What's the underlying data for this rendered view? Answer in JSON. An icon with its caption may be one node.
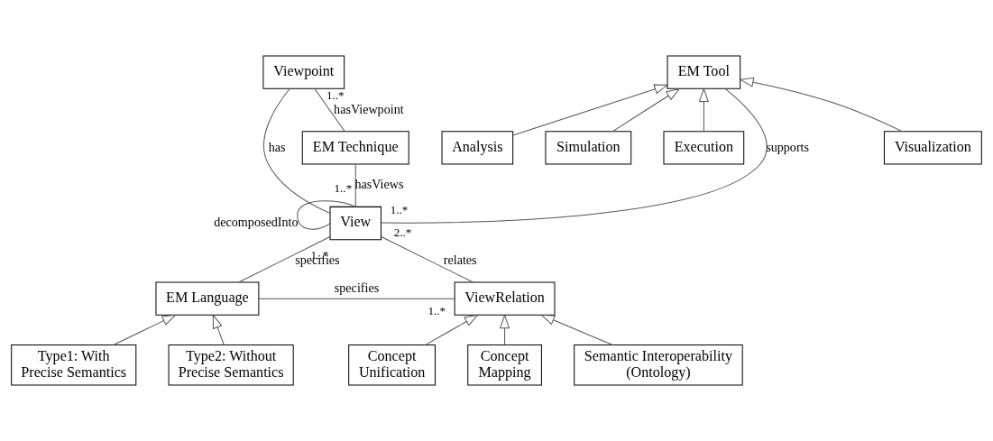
{
  "diagram": {
    "nodes": [
      {
        "text": [
          "Viewpoint"
        ]
      },
      {
        "text": [
          "EM Technique"
        ]
      },
      {
        "text": [
          "EM Tool"
        ]
      },
      {
        "text": [
          "View"
        ]
      },
      {
        "text": [
          "Visualization"
        ]
      },
      {
        "text": [
          "Analysis"
        ]
      },
      {
        "text": [
          "Simulation"
        ]
      },
      {
        "text": [
          "Execution"
        ]
      },
      {
        "text": [
          "ViewRelation"
        ]
      },
      {
        "text": [
          "EM Language"
        ]
      },
      {
        "text": [
          "Concept Mapping"
        ]
      },
      {
        "text": [
          "Semantic Interoperability (Ontology)"
        ]
      },
      {
        "text": [
          "Concept Unification"
        ]
      },
      {
        "text": [
          "Type1: With Precise Semantics"
        ]
      },
      {
        "text": [
          "Type2: Without Precise Semantics"
        ]
      }
    ],
    "edges": [
      {
        "from": 1,
        "to": 0,
        "arrow": "none",
        "label": "hasViewpoint"
      },
      {
        "from": 0,
        "to": 3,
        "arrow": "none",
        "label": "has"
      },
      {
        "from": 1,
        "to": 3,
        "arrow": "none",
        "label": "hasViews"
      },
      {
        "from": 3,
        "to": 3,
        "arrow": "none",
        "label": "decomposedInto"
      },
      {
        "from": 2,
        "to": 3,
        "arrow": "none",
        "label": "supports"
      },
      {
        "from": 9,
        "to": 3,
        "arrow": "none",
        "label": "specifies"
      },
      {
        "from": 9,
        "to": 8,
        "arrow": "none",
        "label": "specifies"
      },
      {
        "from": 8,
        "to": 3,
        "arrow": "none",
        "label": "relates"
      },
      {
        "from": 4,
        "to": 2,
        "arrow": "to"
      },
      {
        "from": 5,
        "to": 2,
        "arrow": "to"
      },
      {
        "from": 6,
        "to": 2,
        "arrow": "to"
      },
      {
        "from": 7,
        "to": 2,
        "arrow": "to"
      },
      {
        "from": 10,
        "to": 8,
        "arrow": "to"
      },
      {
        "from": 11,
        "to": 8,
        "arrow": "to"
      },
      {
        "from": 12,
        "to": 8,
        "arrow": "to"
      },
      {
        "from": 13,
        "to": 9,
        "arrow": "to"
      },
      {
        "from": 14,
        "to": 9,
        "arrow": "to"
      }
    ],
    "labels": [
      "1..*",
      "1..*",
      "1..*",
      "1..*",
      "2..*",
      "1..*"
    ]
  }
}
